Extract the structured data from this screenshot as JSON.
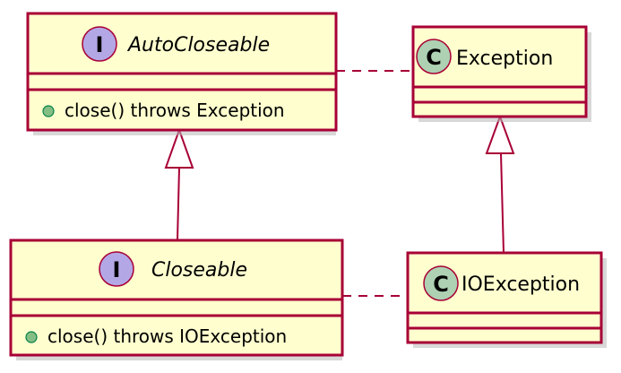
{
  "colors": {
    "box_fill": "#fefece",
    "box_border": "#a80036",
    "interface_marker": "#b4a7e5",
    "class_marker": "#add1b2",
    "member_dot": "#84be84"
  },
  "nodes": {
    "autocloseable": {
      "kind": "interface",
      "marker": "I",
      "name": "AutoCloseable",
      "members": [
        "close() throws Exception"
      ]
    },
    "exception": {
      "kind": "class",
      "marker": "C",
      "name": "Exception",
      "members": []
    },
    "closeable": {
      "kind": "interface",
      "marker": "I",
      "name": "Closeable",
      "members": [
        "close() throws IOException"
      ]
    },
    "ioexception": {
      "kind": "class",
      "marker": "C",
      "name": "IOException",
      "members": []
    }
  },
  "relations": [
    {
      "from": "closeable",
      "to": "autocloseable",
      "type": "inheritance"
    },
    {
      "from": "ioexception",
      "to": "exception",
      "type": "inheritance"
    },
    {
      "from": "autocloseable",
      "to": "exception",
      "type": "dependency-dashed"
    },
    {
      "from": "closeable",
      "to": "ioexception",
      "type": "dependency-dashed"
    }
  ]
}
